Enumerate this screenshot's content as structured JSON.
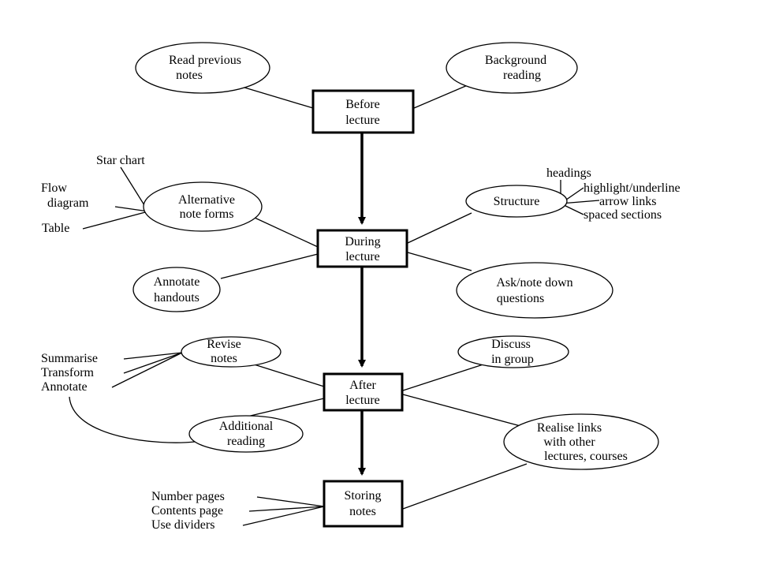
{
  "stages": {
    "before": [
      "Before",
      "lecture"
    ],
    "during": [
      "During",
      "lecture"
    ],
    "after": [
      "After",
      "lecture"
    ],
    "storing": [
      "Storing",
      "notes"
    ]
  },
  "nodes": {
    "read_previous_notes": [
      "Read previous",
      "notes"
    ],
    "background_reading": [
      "Background",
      "reading"
    ],
    "alternative_note_forms": [
      "Alternative",
      "note forms"
    ],
    "structure": [
      "Structure"
    ],
    "annotate_handouts": [
      "Annotate",
      "handouts"
    ],
    "ask_note_questions": [
      "Ask/note down",
      "questions"
    ],
    "revise_notes": [
      "Revise",
      "notes"
    ],
    "discuss_in_group": [
      "Discuss",
      "in group"
    ],
    "additional_reading": [
      "Additional",
      "reading"
    ],
    "realise_links": [
      "Realise links",
      "with other",
      "lectures, courses"
    ]
  },
  "leaves": {
    "star_chart": "Star chart",
    "flow_diagram": [
      "Flow",
      "diagram"
    ],
    "table": "Table",
    "headings": "headings",
    "highlight_underline": "highlight/underline",
    "arrow_links": "arrow links",
    "spaced_sections": "spaced sections",
    "summarise": "Summarise",
    "transform": "Transform",
    "annotate": "Annotate",
    "number_pages": "Number pages",
    "contents_page": "Contents page",
    "use_dividers": "Use dividers"
  }
}
